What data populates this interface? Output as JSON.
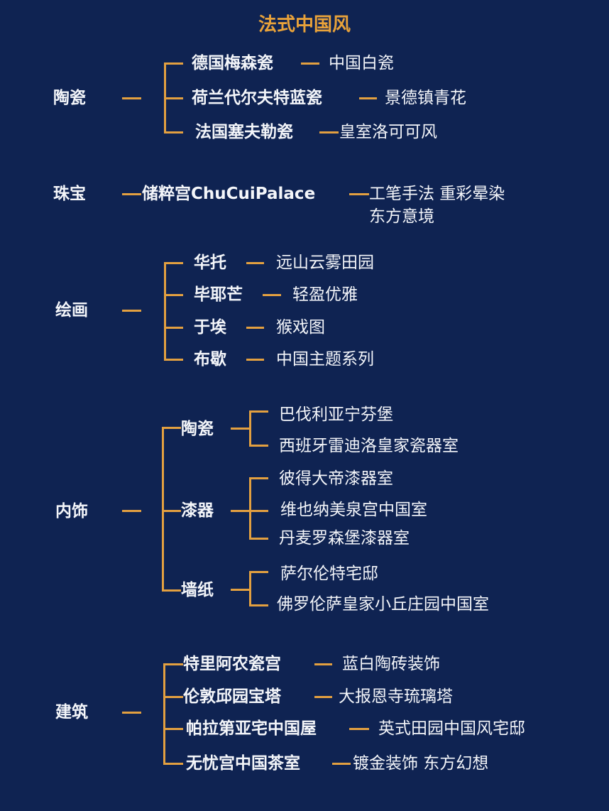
{
  "title": "法式中国风",
  "colors": {
    "background": "#0f2352",
    "accent": "#e3a040",
    "text": "#f4f6fa"
  },
  "ceramics": {
    "label": "陶瓷",
    "items": [
      {
        "name": "德国梅森瓷",
        "note": "中国白瓷"
      },
      {
        "name": "荷兰代尔夫特蓝瓷",
        "note": "景德镇青花"
      },
      {
        "name": "法国塞夫勒瓷",
        "note": "皇室洛可可风"
      }
    ]
  },
  "jewelry": {
    "label": "珠宝",
    "item": "储粹宫ChuCuiPalace",
    "notes": [
      "工笔手法 重彩晕染",
      "东方意境"
    ]
  },
  "painting": {
    "label": "绘画",
    "items": [
      {
        "name": "华托",
        "note": "远山云雾田园"
      },
      {
        "name": "毕耶芒",
        "note": "轻盈优雅"
      },
      {
        "name": "于埃",
        "note": "猴戏图"
      },
      {
        "name": "布歇",
        "note": "中国主题系列"
      }
    ]
  },
  "interior": {
    "label": "内饰",
    "groups": [
      {
        "name": "陶瓷",
        "items": [
          "巴伐利亚宁芬堡",
          "西班牙雷迪洛皇家瓷器室"
        ]
      },
      {
        "name": "漆器",
        "items": [
          "彼得大帝漆器室",
          "维也纳美泉宫中国室",
          "丹麦罗森堡漆器室"
        ]
      },
      {
        "name": "墙纸",
        "items": [
          "萨尔伦特宅邸",
          "佛罗伦萨皇家小丘庄园中国室"
        ]
      }
    ]
  },
  "architecture": {
    "label": "建筑",
    "items": [
      {
        "name": "特里阿农瓷宫",
        "note": "蓝白陶砖装饰"
      },
      {
        "name": "伦敦邱园宝塔",
        "note": "大报恩寺琉璃塔"
      },
      {
        "name": "帕拉第亚宅中国屋",
        "note": "英式田园中国风宅邸"
      },
      {
        "name": "无忧宫中国茶室",
        "note": "镀金装饰 东方幻想"
      }
    ]
  }
}
